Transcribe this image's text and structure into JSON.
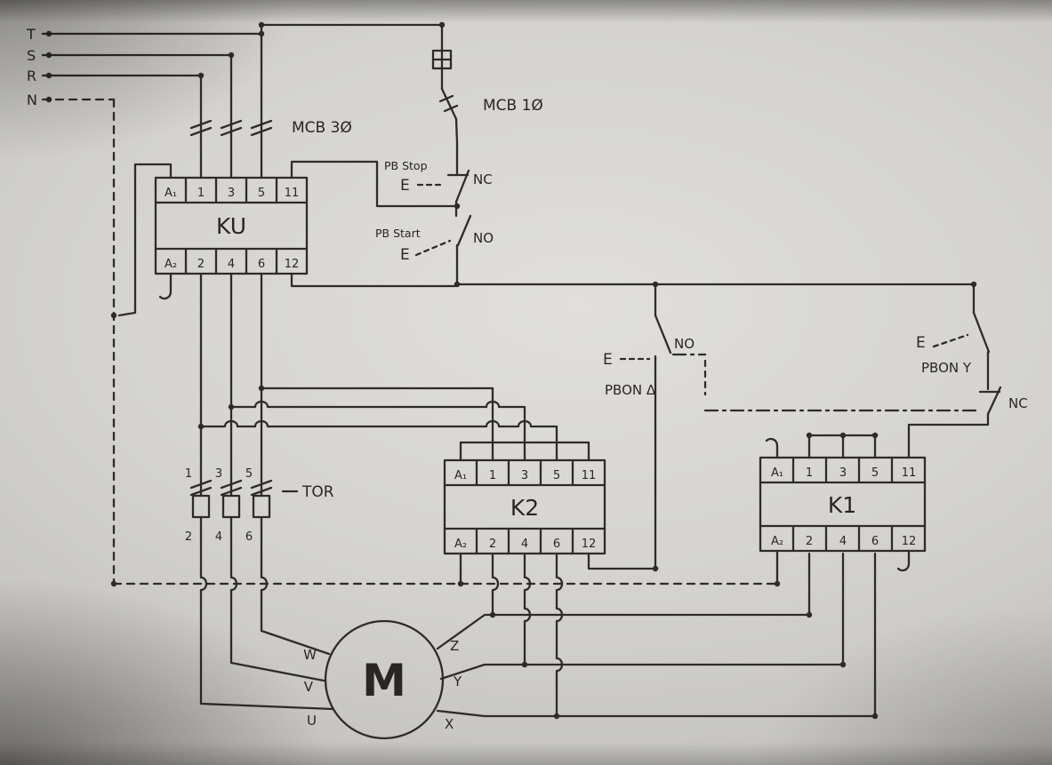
{
  "diagram": {
    "rails": {
      "t": "T",
      "s": "S",
      "r": "R",
      "n": "N"
    },
    "mcb3_label": "MCB 3Ø",
    "mcb1_label": "MCB 1Ø",
    "pb_stop": {
      "title": "PB Stop",
      "actuator": "E",
      "contact": "NC"
    },
    "pb_start": {
      "title": "PB Start",
      "actuator": "E",
      "contact": "NO"
    },
    "pb_on_delta": {
      "title": "PBON Δ",
      "actuator": "E",
      "contact": "NO"
    },
    "pb_on_star": {
      "title": "PBON Y",
      "actuator": "E",
      "contact": "NC"
    },
    "contactor_ku": {
      "label": "KU",
      "terminals_top": [
        "A₁",
        "1",
        "3",
        "5",
        "11"
      ],
      "terminals_bottom": [
        "A₂",
        "2",
        "4",
        "6",
        "12"
      ]
    },
    "contactor_k2": {
      "label": "K2",
      "terminals_top": [
        "A₁",
        "1",
        "3",
        "5",
        "11"
      ],
      "terminals_bottom": [
        "A₂",
        "2",
        "4",
        "6",
        "12"
      ]
    },
    "contactor_k1": {
      "label": "K1",
      "terminals_top": [
        "A₁",
        "1",
        "3",
        "5",
        "11"
      ],
      "terminals_bottom": [
        "A₂",
        "2",
        "4",
        "6",
        "12"
      ]
    },
    "tor": {
      "label": "TOR",
      "terminals_top": [
        "1",
        "3",
        "5"
      ],
      "terminals_bottom": [
        "2",
        "4",
        "6"
      ]
    },
    "motor": {
      "label": "M",
      "terminals_left": [
        "W",
        "V",
        "U"
      ],
      "terminals_right": [
        "Z",
        "Y",
        "X"
      ]
    },
    "colors": {
      "ink": "#2f2b28",
      "paper": "#d2d1cd"
    }
  }
}
